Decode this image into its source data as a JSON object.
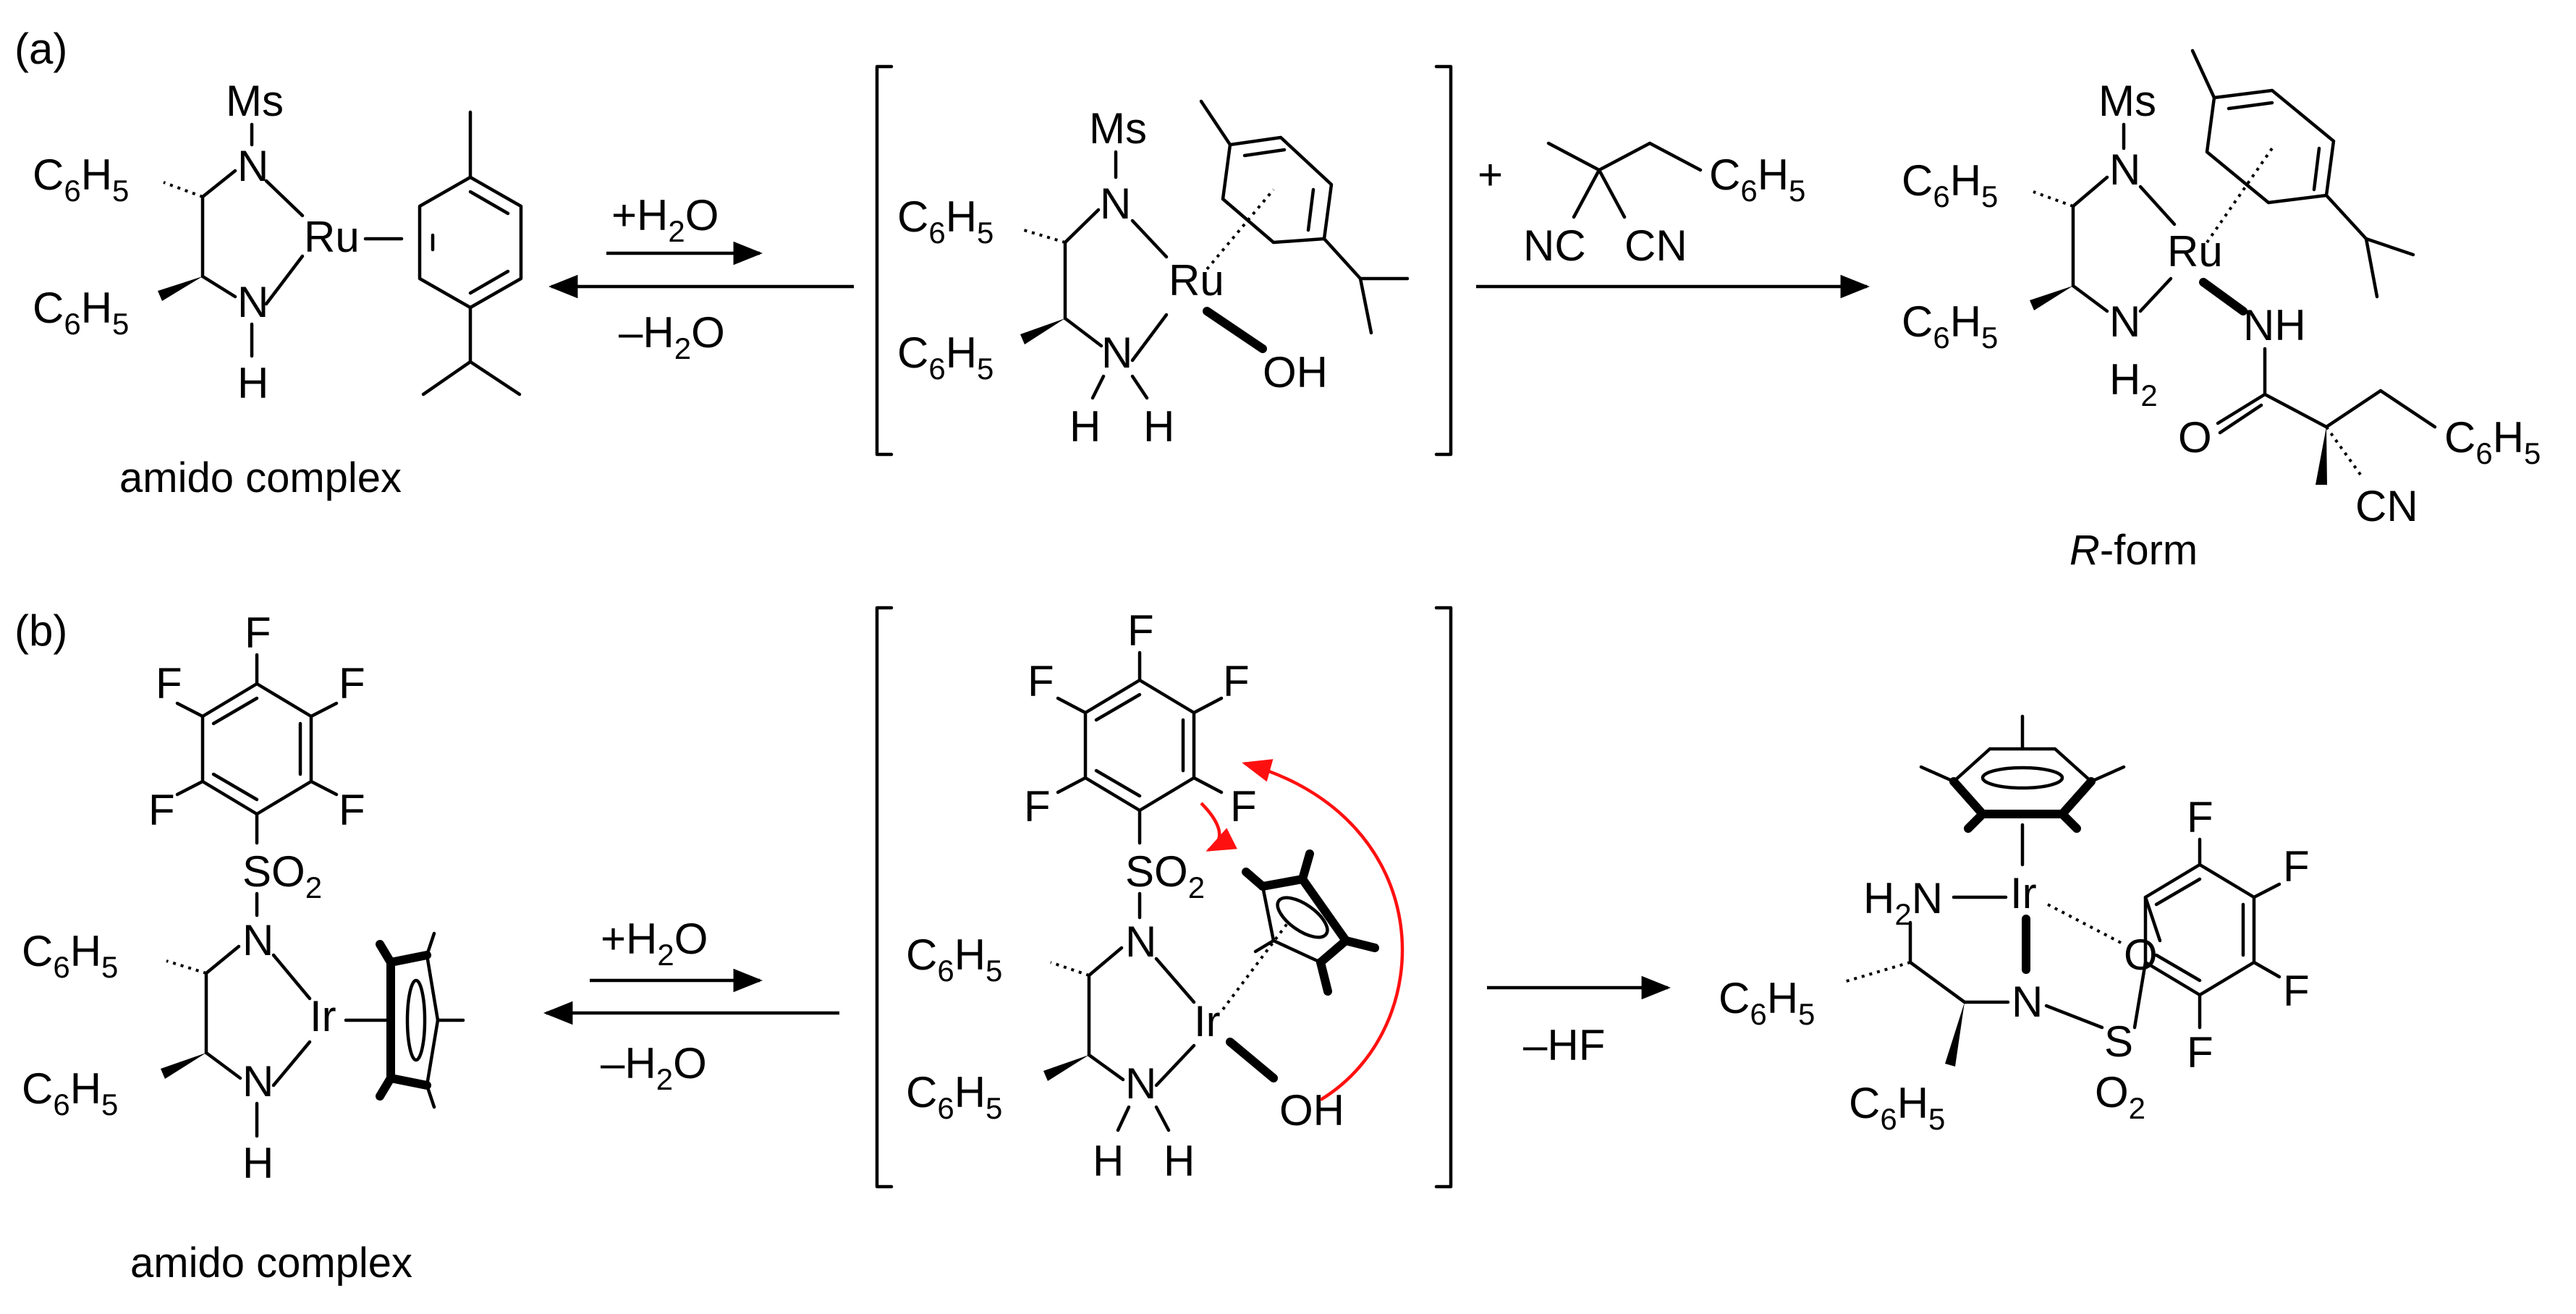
{
  "panel_labels": {
    "a": "(a)",
    "b": "(b)"
  },
  "captions": {
    "a_start": "amido complex",
    "a_product_prefix": "R",
    "a_product_suffix": "-form",
    "b_start": "amido complex"
  },
  "arrows": {
    "forward": "+H",
    "back": "–H",
    "water_O": "O",
    "water_sub": "2",
    "minus_HF": "–HF"
  },
  "atoms": {
    "N": "N",
    "H": "H",
    "Ms": "Ms",
    "Ru": "Ru",
    "Ir": "Ir",
    "O": "O",
    "OH": "OH",
    "NH": "NH",
    "NC": "NC",
    "CN": "CN",
    "F": "F",
    "S": "S",
    "SO": "SO",
    "C": "C",
    "H5": "H",
    "six": "6",
    "five": "5",
    "two": "2",
    "plus": "+"
  },
  "colors": {
    "curly_arrow": "#ff1010",
    "bond": "#000000"
  }
}
